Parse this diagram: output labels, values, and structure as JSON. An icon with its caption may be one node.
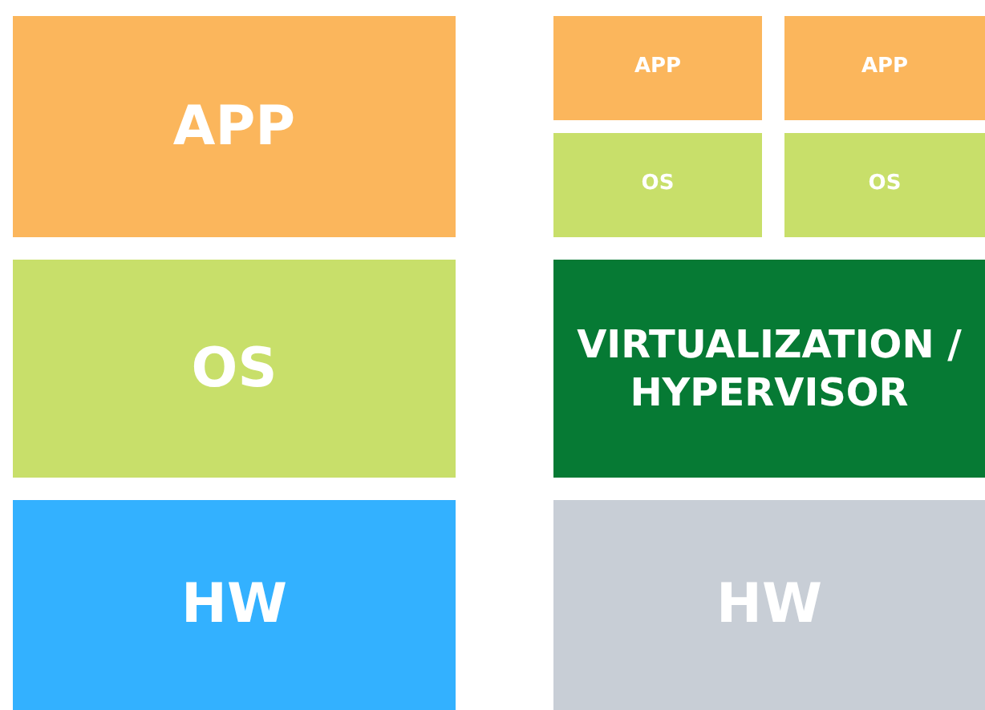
{
  "diagram": {
    "nodes": [
      {
        "text": [
          "APP"
        ]
      },
      {
        "text": [
          "OS"
        ]
      },
      {
        "text": [
          "HW"
        ]
      },
      {
        "text": [
          "APP"
        ]
      },
      {
        "text": [
          "APP"
        ]
      },
      {
        "text": [
          "OS"
        ]
      },
      {
        "text": [
          "OS"
        ]
      },
      {
        "text": [
          "VIRTUALIZATION / HYPERVISOR"
        ]
      },
      {
        "text": [
          "HW"
        ]
      }
    ]
  }
}
